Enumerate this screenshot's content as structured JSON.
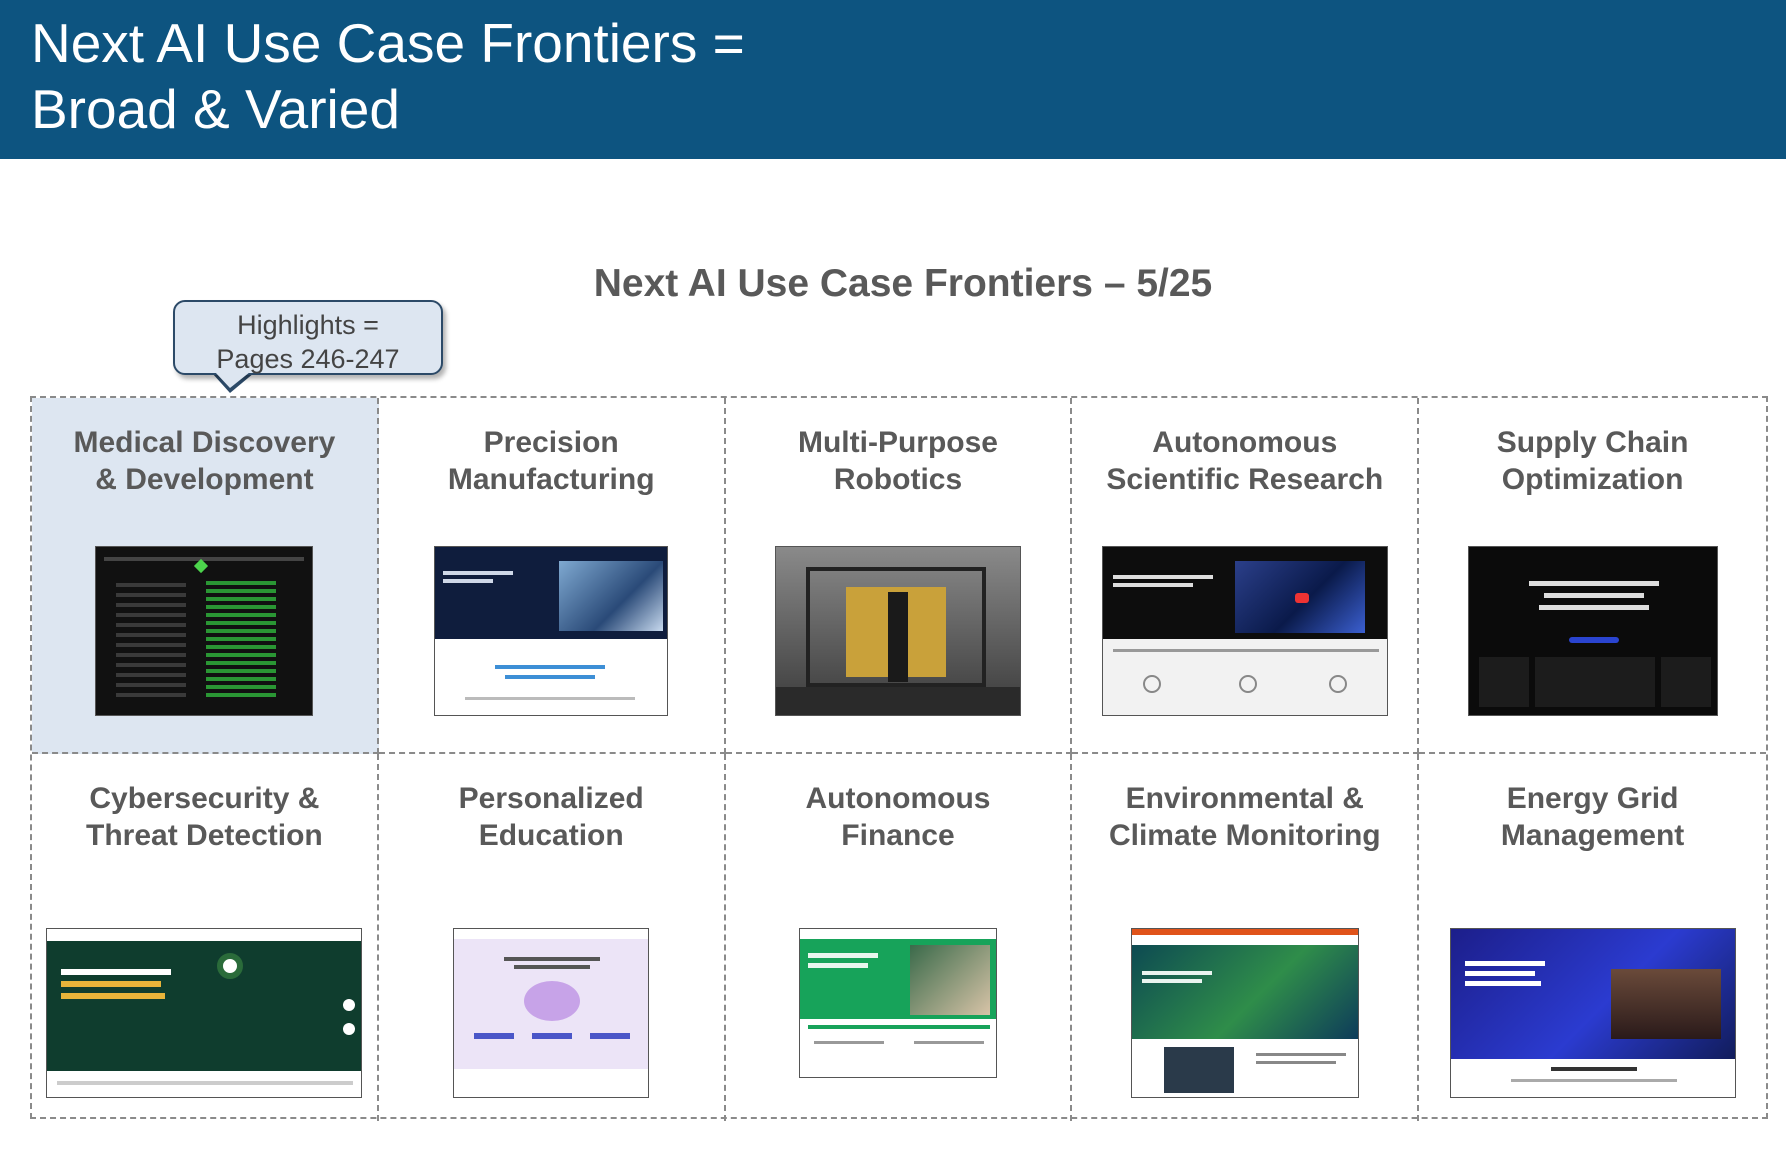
{
  "header": {
    "title_line1": "Next AI Use Case Frontiers =",
    "title_line2": "Broad & Varied"
  },
  "subtitle": "Next AI Use Case Frontiers – 5/25",
  "callout": {
    "line1": "Highlights =",
    "line2": "Pages 246-247"
  },
  "cells": [
    {
      "line1": "Medical Discovery",
      "line2": "& Development"
    },
    {
      "line1": "Precision",
      "line2": "Manufacturing"
    },
    {
      "line1": "Multi-Purpose",
      "line2": "Robotics"
    },
    {
      "line1": "Autonomous",
      "line2": "Scientific Research"
    },
    {
      "line1": "Supply Chain",
      "line2": "Optimization"
    },
    {
      "line1": "Cybersecurity &",
      "line2": "Threat Detection"
    },
    {
      "line1": "Personalized",
      "line2": "Education"
    },
    {
      "line1": "Autonomous",
      "line2": "Finance"
    },
    {
      "line1": "Environmental &",
      "line2": "Climate Monitoring"
    },
    {
      "line1": "Energy Grid",
      "line2": "Management"
    }
  ],
  "colors": {
    "header_bg": "#0d5480",
    "highlight_bg": "#dde6f1",
    "text_gray": "#595959"
  }
}
